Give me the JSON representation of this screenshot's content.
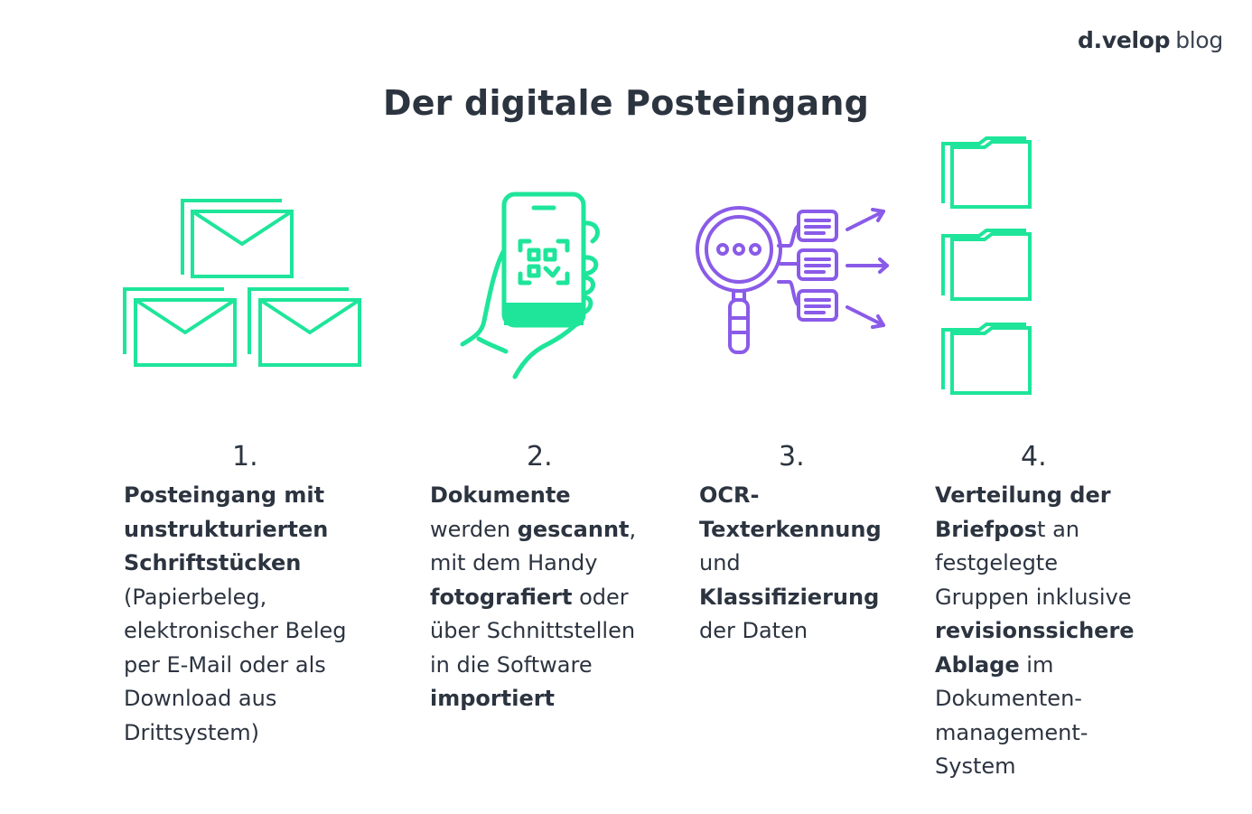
{
  "brand": {
    "name": "d.velop",
    "suffix": "blog"
  },
  "title": "Der digitale Posteingang",
  "colors": {
    "green": "#1ee59a",
    "purple": "#8a5be8",
    "text": "#2c3440"
  },
  "steps": [
    {
      "number": "1.",
      "icon": "envelopes-icon",
      "lines": [
        [
          {
            "t": "Posteingang mit",
            "b": true
          }
        ],
        [
          {
            "t": "unstrukturierten",
            "b": true
          }
        ],
        [
          {
            "t": "Schriftstücken",
            "b": true
          }
        ],
        [
          {
            "t": "(Papierbeleg,",
            "b": false
          }
        ],
        [
          {
            "t": "elektronischer Beleg",
            "b": false
          }
        ],
        [
          {
            "t": "per E-Mail oder als",
            "b": false
          }
        ],
        [
          {
            "t": "Download aus",
            "b": false
          }
        ],
        [
          {
            "t": "Drittsystem)",
            "b": false
          }
        ]
      ]
    },
    {
      "number": "2.",
      "icon": "phone-scan-icon",
      "lines": [
        [
          {
            "t": "Dokumente",
            "b": true
          }
        ],
        [
          {
            "t": "werden ",
            "b": false
          },
          {
            "t": "gescannt",
            "b": true
          },
          {
            "t": ",",
            "b": false
          }
        ],
        [
          {
            "t": "mit dem Handy",
            "b": false
          }
        ],
        [
          {
            "t": "fotografiert",
            "b": true
          },
          {
            "t": " oder",
            "b": false
          }
        ],
        [
          {
            "t": "über Schnittstellen",
            "b": false
          }
        ],
        [
          {
            "t": "in die Software",
            "b": false
          }
        ],
        [
          {
            "t": "importiert",
            "b": true
          }
        ]
      ]
    },
    {
      "number": "3.",
      "icon": "ocr-magnifier-icon",
      "lines": [
        [
          {
            "t": "OCR-",
            "b": true
          }
        ],
        [
          {
            "t": "Texterkennung",
            "b": true
          }
        ],
        [
          {
            "t": "und",
            "b": false
          }
        ],
        [
          {
            "t": "Klassifizierung",
            "b": true
          }
        ],
        [
          {
            "t": "der Daten",
            "b": false
          }
        ]
      ]
    },
    {
      "number": "4.",
      "icon": "folders-icon",
      "lines": [
        [
          {
            "t": "Verteilung der",
            "b": true
          }
        ],
        [
          {
            "t": "Briefpos",
            "b": true
          },
          {
            "t": "t an",
            "b": false
          }
        ],
        [
          {
            "t": "festgelegte",
            "b": false
          }
        ],
        [
          {
            "t": "Gruppen inklusive",
            "b": false
          }
        ],
        [
          {
            "t": "revisionssichere",
            "b": true
          }
        ],
        [
          {
            "t": "Ablage",
            "b": true
          },
          {
            "t": " im",
            "b": false
          }
        ],
        [
          {
            "t": "Dokumenten-",
            "b": false
          }
        ],
        [
          {
            "t": "management-",
            "b": false
          }
        ],
        [
          {
            "t": "System",
            "b": false
          }
        ]
      ]
    }
  ]
}
